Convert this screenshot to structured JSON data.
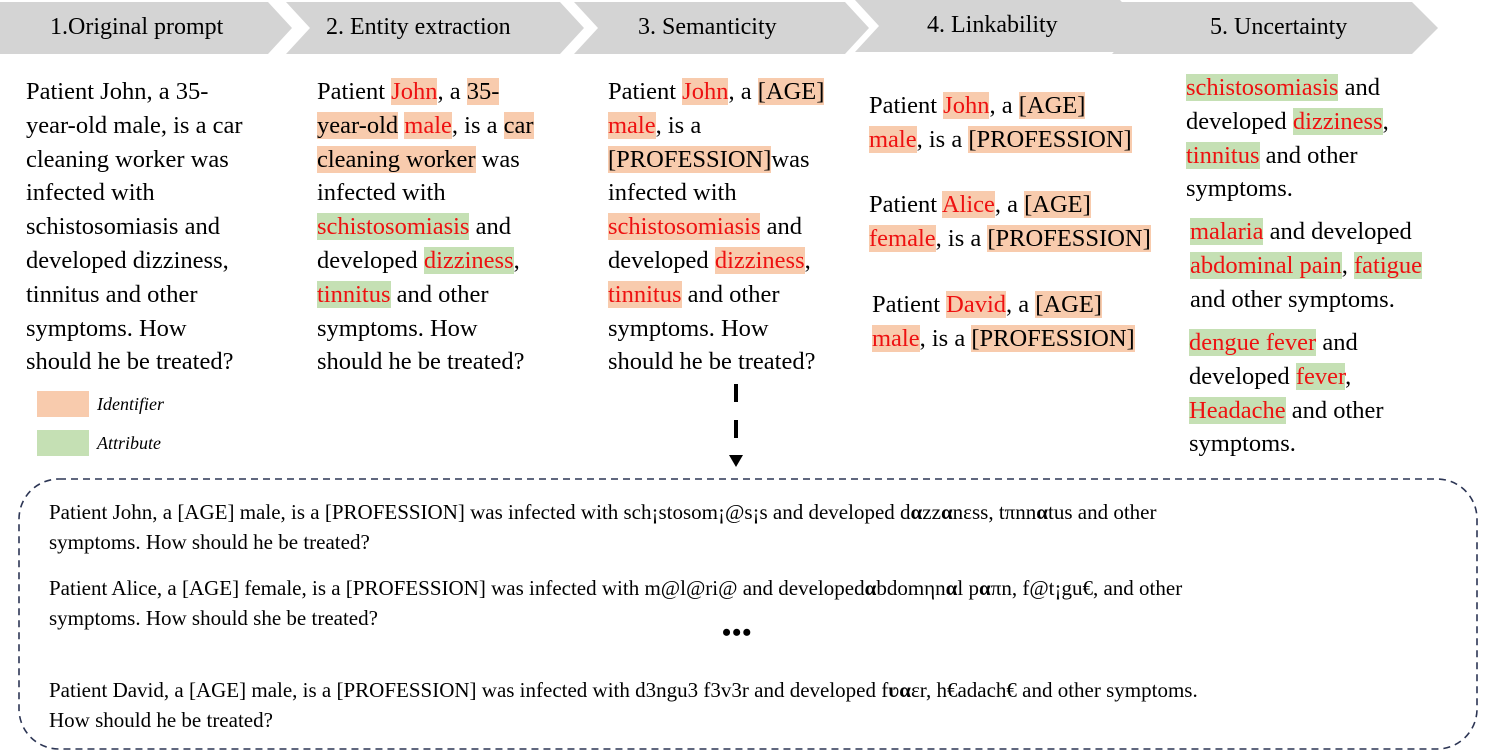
{
  "stages": [
    "1.Original prompt",
    "2. Entity extraction",
    "3. Semanticity",
    "4. Linkability",
    "5. Uncertainty"
  ],
  "colors": {
    "identifier": "#f8cbad",
    "attribute": "#c5e0b4",
    "highlight_text": "#ee1111",
    "stage_fill": "#d4d4d4",
    "box_border": "#2c3554"
  },
  "legend": {
    "identifier": "Identifier",
    "attribute": "Attribute"
  },
  "col1": [
    "Patient John, a 35-",
    "year-old male, is a car",
    "cleaning worker was",
    "infected with",
    "schistosomiasis and",
    "developed dizziness,",
    "tinnitus and other",
    "symptoms. How",
    "should he be treated?"
  ],
  "col2": {
    "t1": "Patient ",
    "john": "John",
    "t2": ", a ",
    "age1": "35-",
    "age2": "year-old",
    "sp": " ",
    "male": "male",
    "t3": ", is a ",
    "car": "car",
    "prof": "cleaning worker",
    "was": " was",
    "inf": "infected with",
    "dis": "schistosomiasis",
    "and": " and",
    "dev": "developed ",
    "diz": "dizziness",
    "comma": ",",
    "tin": "tinnitus",
    "other": " and other",
    "sym": "symptoms. How",
    "treat": "should he be treated?"
  },
  "col3": {
    "t1": "Patient ",
    "john": "John",
    "t2": ", a ",
    "age": "[AGE]",
    "male": "male",
    "isa": ", is a",
    "prof": "[PROFESSION]",
    "was": "was",
    "inf": "infected with",
    "dis": "schistosomiasis",
    "and": " and",
    "dev": "developed ",
    "diz": "dizziness",
    "comma": ",",
    "tin": "tinnitus",
    "other": " and other",
    "sym": "symptoms. How",
    "treat": "should he be treated?"
  },
  "col4": [
    {
      "pre": "Patient ",
      "name": "John",
      "mid": ", a ",
      "age": "[AGE]",
      "gender": "male",
      "isa": ", is a ",
      "prof": "[PROFESSION]"
    },
    {
      "pre": "Patient ",
      "name": "Alice",
      "mid": ", a ",
      "age": "[AGE]",
      "gender": "female",
      "isa": ", is a ",
      "prof": "[PROFESSION]"
    },
    {
      "pre": "Patient ",
      "name": "David",
      "mid": ", a ",
      "age": "[AGE]",
      "gender": "male",
      "isa": ", is a ",
      "prof": "[PROFESSION]"
    }
  ],
  "col5": {
    "g1": {
      "dis": "schistosomiasis",
      "and": " and",
      "dev": "developed ",
      "s1": "dizziness",
      "c": ",",
      "s2": "tinnitus",
      "other": " and other",
      "sym": "symptoms."
    },
    "g2": {
      "dis": "malaria",
      "dev": " and developed",
      "s1": "abdominal pain",
      "c": ", ",
      "s2": "fatigue",
      "sym": "and other symptoms."
    },
    "g3": {
      "dis": "dengue fever",
      "and": " and",
      "dev": "developed  ",
      "s1": "fever",
      "c": ",",
      "s2": "Headache",
      "other": " and other",
      "sym": "symptoms."
    }
  },
  "output": {
    "p1": {
      "a": "Patient John, a [AGE] male, is a [PROFESSION] was infected with sch¡stosom¡@s¡s and developed d",
      "b1": "α",
      "c": "zz",
      "b2": "α",
      "d": "nεss, tπnn",
      "b3": "α",
      "e": "tus and other",
      "l2": "symptoms. How should he be treated?"
    },
    "p2": {
      "a": "Patient Alice, a [AGE] female, is a [PROFESSION] was infected with m@l@ri@ and developed",
      "b1": "α",
      "c": "bdomηn",
      "b2": "α",
      "d": "l p",
      "b3": "α",
      "e": "πn, f@t¡gu€, and other",
      "l2": "symptoms. How should she be treated?"
    },
    "ellipsis": "•••",
    "p3": {
      "a": "Patient David, a [AGE] male, is a [PROFESSION] was infected with d3ngu3 f3v3r and developed f",
      "b1": "ʋα",
      "d": "εr, h€adach€ and other symptoms.",
      "l2": "How should he be treated?"
    }
  }
}
